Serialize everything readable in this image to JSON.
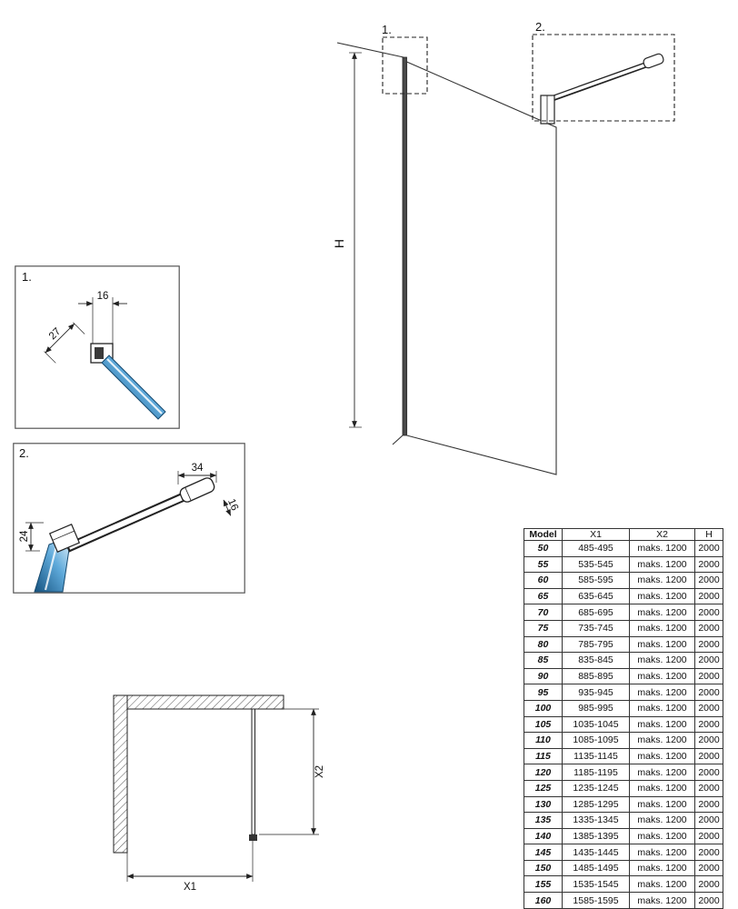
{
  "main_drawing": {
    "marker_1": "1.",
    "marker_2": "2.",
    "height_label": "H"
  },
  "detail_1": {
    "label": "1.",
    "dims": {
      "width": "16",
      "depth": "27"
    }
  },
  "detail_2": {
    "label": "2.",
    "dims": {
      "cap_length": "34",
      "bar_thickness": "16",
      "bracket_width": "24"
    }
  },
  "plan_view": {
    "dims": {
      "x1": "X1",
      "x2": "X2"
    }
  },
  "table": {
    "headers": [
      "Model",
      "X1",
      "X2",
      "H"
    ],
    "rows": [
      [
        "50",
        "485-495",
        "maks. 1200",
        "2000"
      ],
      [
        "55",
        "535-545",
        "maks. 1200",
        "2000"
      ],
      [
        "60",
        "585-595",
        "maks. 1200",
        "2000"
      ],
      [
        "65",
        "635-645",
        "maks. 1200",
        "2000"
      ],
      [
        "70",
        "685-695",
        "maks. 1200",
        "2000"
      ],
      [
        "75",
        "735-745",
        "maks. 1200",
        "2000"
      ],
      [
        "80",
        "785-795",
        "maks. 1200",
        "2000"
      ],
      [
        "85",
        "835-845",
        "maks. 1200",
        "2000"
      ],
      [
        "90",
        "885-895",
        "maks. 1200",
        "2000"
      ],
      [
        "95",
        "935-945",
        "maks. 1200",
        "2000"
      ],
      [
        "100",
        "985-995",
        "maks. 1200",
        "2000"
      ],
      [
        "105",
        "1035-1045",
        "maks. 1200",
        "2000"
      ],
      [
        "110",
        "1085-1095",
        "maks. 1200",
        "2000"
      ],
      [
        "115",
        "1135-1145",
        "maks. 1200",
        "2000"
      ],
      [
        "120",
        "1185-1195",
        "maks. 1200",
        "2000"
      ],
      [
        "125",
        "1235-1245",
        "maks. 1200",
        "2000"
      ],
      [
        "130",
        "1285-1295",
        "maks. 1200",
        "2000"
      ],
      [
        "135",
        "1335-1345",
        "maks. 1200",
        "2000"
      ],
      [
        "140",
        "1385-1395",
        "maks. 1200",
        "2000"
      ],
      [
        "145",
        "1435-1445",
        "maks. 1200",
        "2000"
      ],
      [
        "150",
        "1485-1495",
        "maks. 1200",
        "2000"
      ],
      [
        "155",
        "1535-1545",
        "maks. 1200",
        "2000"
      ],
      [
        "160",
        "1585-1595",
        "maks. 1200",
        "2000"
      ]
    ]
  },
  "colors": {
    "line": "#222222",
    "glass_light": "#eaf5fc",
    "glass_mid": "#5ea9da",
    "glass_dark": "#15527f"
  }
}
